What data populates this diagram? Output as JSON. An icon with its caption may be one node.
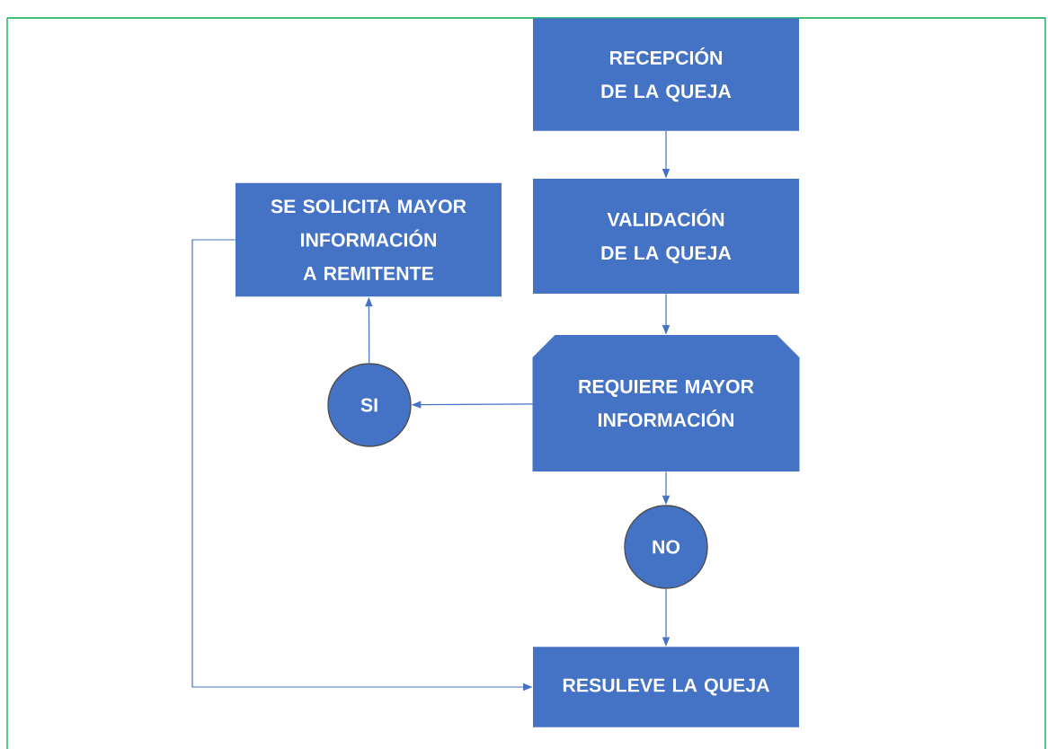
{
  "diagram": {
    "nodes": [
      {
        "text": [
          "RECEPCIÓN DE LA QUEJA"
        ]
      },
      {
        "text": [
          "VALIDACIÓN DE LA QUEJA"
        ]
      },
      {
        "text": [
          "SE SOLICITA MAYOR INFORMACIÓN A REMITENTE"
        ]
      },
      {
        "text": [
          "REQUIERE MAYOR INFORMACIÓN"
        ]
      },
      {
        "text": [
          "SI"
        ]
      },
      {
        "text": [
          "NO"
        ]
      },
      {
        "text": [
          "RESULEVE LA QUEJA"
        ]
      }
    ],
    "edges": [
      {
        "from": 0,
        "to": 1,
        "arrow": "to"
      },
      {
        "from": 1,
        "to": 3,
        "arrow": "to"
      },
      {
        "from": 3,
        "to": 4,
        "arrow": "to"
      },
      {
        "from": 4,
        "to": 2,
        "arrow": "to"
      },
      {
        "from": 3,
        "to": 5,
        "arrow": "to"
      },
      {
        "from": 5,
        "to": 6,
        "arrow": "to"
      },
      {
        "from": 2,
        "to": 6,
        "arrow": "to"
      }
    ]
  }
}
